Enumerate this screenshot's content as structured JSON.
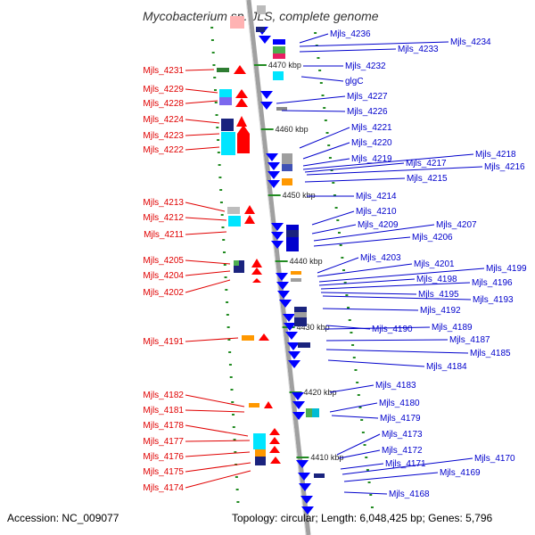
{
  "title": "Mycobacterium sp. JLS, complete genome",
  "footer": {
    "accession": "Accession: NC_009077",
    "summary": "Topology: circular; Length: 6,048,425 bp; Genes: 5,796"
  },
  "colors": {
    "left_label": "#e00000",
    "right_label": "#0000cc",
    "tick": "#228b22",
    "backbone": "#a0a0a0"
  },
  "scale_ticks": [
    "4470 kbp",
    "4460 kbp",
    "4450 kbp",
    "4440 kbp",
    "4430 kbp",
    "4420 kbp",
    "4410 kbp"
  ],
  "left_labels": [
    "Mjls_4231",
    "Mjls_4229",
    "Mjls_4228",
    "Mjls_4224",
    "Mjls_4223",
    "Mjls_4222",
    "Mjls_4213",
    "Mjls_4212",
    "Mjls_4211",
    "Mjls_4205",
    "Mjls_4204",
    "Mjls_4202",
    "Mjls_4191",
    "Mjls_4182",
    "Mjls_4181",
    "Mjls_4178",
    "Mjls_4177",
    "Mjls_4176",
    "Mjls_4175",
    "Mjls_4174"
  ],
  "right_labels": [
    "Mjls_4236",
    "Mjls_4234",
    "Mjls_4233",
    "Mjls_4232",
    "glgC",
    "Mjls_4227",
    "Mjls_4226",
    "Mjls_4221",
    "Mjls_4220",
    "Mjls_4219",
    "Mjls_4218",
    "Mjls_4217",
    "Mjls_4216",
    "Mjls_4215",
    "Mjls_4214",
    "Mjls_4210",
    "Mjls_4209",
    "Mjls_4207",
    "Mjls_4206",
    "Mjls_4203",
    "Mjls_4201",
    "Mjls_4199",
    "Mjls_4198",
    "Mjls_4196",
    "Mjls_4195",
    "Mjls_4193",
    "Mjls_4192",
    "Mjls_4190",
    "Mjls_4189",
    "Mjls_4187",
    "Mjls_4185",
    "Mjls_4184",
    "Mjls_4183",
    "Mjls_4180",
    "Mjls_4179",
    "Mjls_4173",
    "Mjls_4172",
    "Mjls_4171",
    "Mjls_4170",
    "Mjls_4169",
    "Mjls_4168"
  ]
}
